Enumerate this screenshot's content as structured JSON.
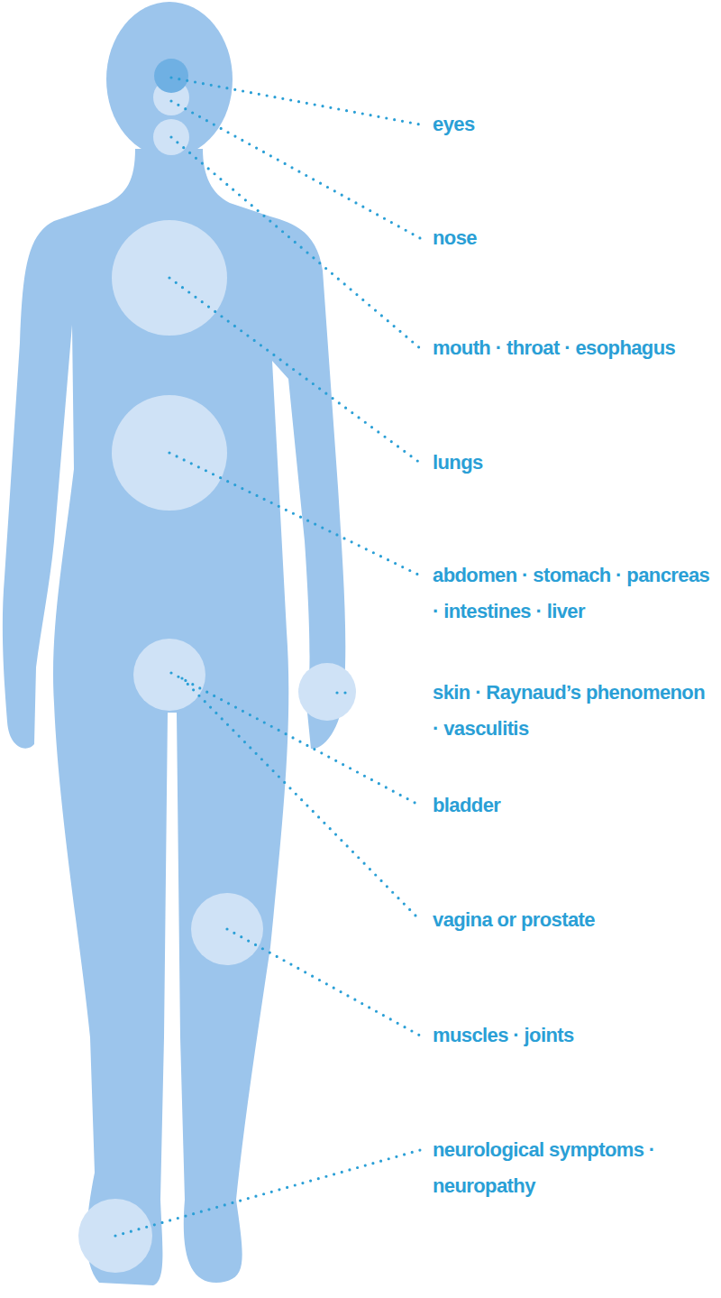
{
  "diagram": {
    "labels": [
      "eyes",
      "nose",
      "mouth · throat · esophagus",
      "lungs",
      "abdomen · stomach · pancreas · intestines · liver",
      "skin · Raynaud’s phenomenon · vasculitis",
      "bladder",
      "vagina or prostate",
      "muscles · joints",
      "neurological symptoms · neuropathy"
    ]
  }
}
